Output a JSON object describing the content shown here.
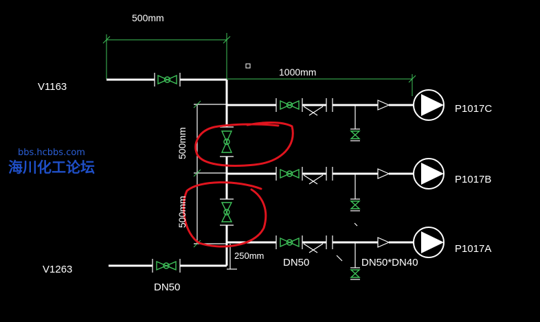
{
  "labels": {
    "v_top": "V1163",
    "v_bottom": "V1263",
    "pump_c": "P1017C",
    "pump_b": "P1017B",
    "pump_a": "P1017A"
  },
  "dimensions": {
    "top_width": "500mm",
    "top_length": "1000mm",
    "vertical_upper": "500mm",
    "vertical_lower": "500mm",
    "offset": "250mm"
  },
  "notes": {
    "dn_inlet": "DN50",
    "dn_branch": "DN50",
    "reducer": "DN50*DN40"
  },
  "watermark": {
    "url": "bbs.hcbbs.com",
    "name": "海川化工论坛"
  },
  "colors": {
    "background": "#000000",
    "pipe": "#ffffff",
    "dimension": "#3fc35a",
    "markup": "#e0141e",
    "watermark": "#2b5fd6"
  }
}
